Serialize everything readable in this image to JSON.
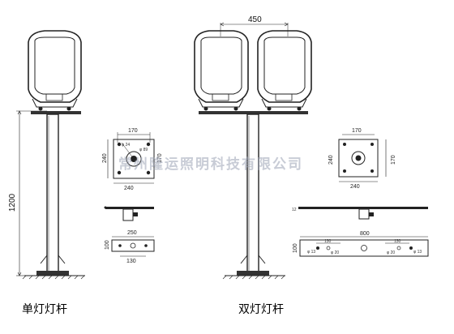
{
  "single": {
    "pole_height_label": "1200",
    "plate_top_width": "170",
    "plate_left_height": "240",
    "plate_inner_height": "170",
    "plate_bottom_width": "240",
    "plate_note_a": "φ 24",
    "plate_note_b": "φ 89",
    "bracket_top_width": "250",
    "bracket_left_height": "100",
    "bracket_bottom_width": "130",
    "caption": "单灯灯杆"
  },
  "double": {
    "spacing_label": "450",
    "plate_top_width": "170",
    "plate_left_height": "240",
    "plate_right_height": "170",
    "plate_bottom_width": "240",
    "arm_height_label": "12",
    "arm_total_width": "800",
    "arm_left_height": "100",
    "arm_left_sub": "130",
    "arm_right_sub": "130",
    "hole_labels": [
      "φ 13",
      "φ 20",
      "φ 20",
      "φ 13"
    ],
    "caption": "双灯灯杆"
  },
  "watermark": "常州隆运照明科技有限公司"
}
